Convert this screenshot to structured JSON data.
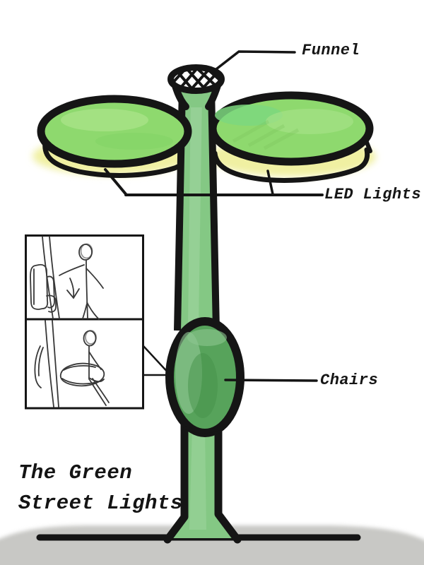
{
  "diagram": {
    "title": {
      "line1": "The Green",
      "line2": "Street Lights"
    },
    "labels": {
      "funnel": "Funnel",
      "led_lights": "LED Lights",
      "chairs": "Chairs"
    },
    "colors": {
      "disc_green": "#8ed96e",
      "disc_highlight_green": "#a9e38a",
      "bright_patch_green": "#7cd77f",
      "glow_yellow": "#f0f0a2",
      "pole_green": "#84c884",
      "pole_highlight_green": "#a5d8a5",
      "bulge_green": "#57a35b",
      "ink": "#151515",
      "ground_gray": "#c8c8c5",
      "sketch_gray": "#383838"
    }
  }
}
